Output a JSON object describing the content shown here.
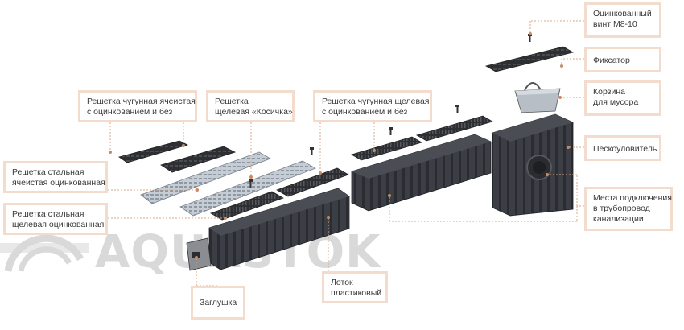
{
  "brand": {
    "watermark": "AQUASTOK",
    "logo_icon": "aquastok-logo-icon"
  },
  "colors": {
    "callout_border": "#f3dccd",
    "leader": "#d7a88a",
    "plastic_body": "#3b3e44",
    "cast_iron_grate": "#2e2f33",
    "steel_grate": "#b9c2cc",
    "watermark": "#d9d9d9"
  },
  "labels": {
    "screw": [
      "Оцинкованный",
      "винт М8-10"
    ],
    "fixator": [
      "Фиксатор"
    ],
    "basket": [
      "Корзина",
      "для  мусора"
    ],
    "sand_trap": [
      "Пескоуловитель"
    ],
    "sewer_connection": [
      "Места подключения",
      "в трубопровод",
      "канализации"
    ],
    "grate_cast_iron_cellular": [
      "Решетка чугунная ячеистая",
      "с оцинкованием и без"
    ],
    "grate_slotted_kosichka": [
      "Решетка",
      "щелевая «Косичка»"
    ],
    "grate_cast_iron_slotted": [
      "Решетка чугунная щелевая",
      "с оцинкованием и без"
    ],
    "grate_steel_cellular": [
      "Решетка стальная",
      "ячеистая оцинкованная"
    ],
    "grate_steel_slotted": [
      "Решетка стальная",
      "щелевая оцинкованная"
    ],
    "plastic_channel": [
      "Лоток",
      "пластиковый"
    ],
    "end_cap": [
      "Заглушка"
    ]
  }
}
